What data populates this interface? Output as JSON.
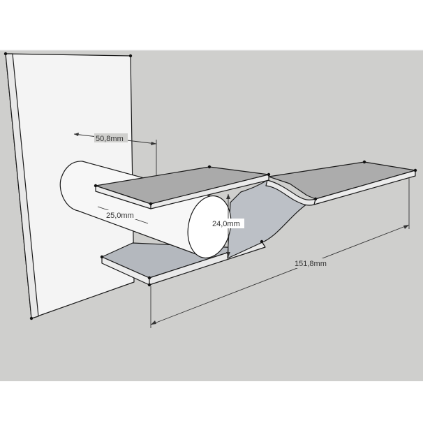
{
  "colors": {
    "sky": "#ffffff",
    "ground": "#cfcfcd",
    "wall": "#f4f4f4",
    "strip_top": "#a9a9a9",
    "strip_inner": "#bdc1c7",
    "cylinder": "#f7f7f7",
    "edge": "#1a1a1a",
    "dimension": "#333333"
  },
  "dimensions": {
    "depth": "50,8mm",
    "cylinder_diameter": "25,0mm",
    "gap": "24,0mm",
    "total_length": "151,8mm"
  }
}
